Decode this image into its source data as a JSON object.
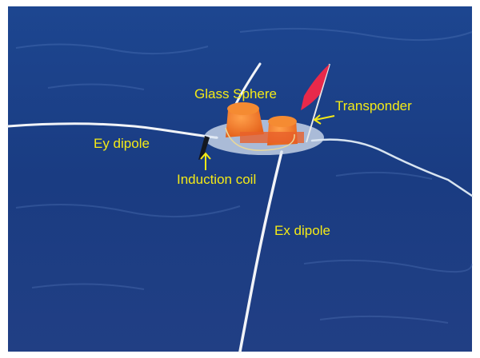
{
  "labels": {
    "glass_sphere": "Glass Sphere",
    "transponder": "Transponder",
    "ey_dipole": "Ey dipole",
    "induction_coil": "Induction coil",
    "ex_dipole": "Ex dipole"
  },
  "colors": {
    "sea": "#1c3f86",
    "label": "#f4ea16",
    "buoy": "#f07a1e",
    "flag": "#e8294a"
  }
}
